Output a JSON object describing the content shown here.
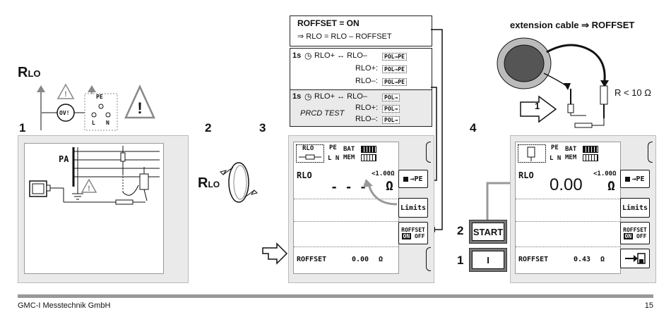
{
  "title": {
    "r": "R",
    "sub": "LO"
  },
  "steps": {
    "s1": "1",
    "s2": "2",
    "s3": "3",
    "s4": "4"
  },
  "step2_symbol": {
    "r": "R",
    "sub": "LO"
  },
  "step1_diagram": {
    "ov_label": "OV!",
    "pe": "PE",
    "l": "L",
    "n": "N",
    "pa": "PA"
  },
  "offset_box": {
    "line1": "ROFFSET = ON",
    "line2": "⇒ RLO = RLO – ROFFSET"
  },
  "legend": {
    "time": "1s",
    "group1": [
      {
        "left": "RLO+ ↔ RLO–",
        "chip": "POL→PE"
      },
      {
        "left": "RLO+:",
        "chip": "POL→PE"
      },
      {
        "left": "RLO–:",
        "chip": "POL→PE"
      }
    ],
    "group2": [
      {
        "left": "RLO+ ↔ RLO–",
        "chip": "POL→"
      },
      {
        "left": "RLO+:",
        "chip": "POL→"
      },
      {
        "left": "RLO–:",
        "chip": "POL→"
      }
    ],
    "prcd": "PRCD TEST"
  },
  "screen3": {
    "hdr_rlo": "RLO",
    "hdr_pe": "PE",
    "hdr_ln": "L N",
    "bat": "BAT",
    "mem": "MEM",
    "label": "RLO",
    "value": "- - -",
    "limit": "<1.00Ω",
    "unit": "Ω",
    "btn_pe": "→PE",
    "btn_limits": "Limits",
    "btn_roffset": "ROFFSET",
    "btn_on": "ON",
    "btn_off": "OFF",
    "roffset_label": "ROFFSET",
    "roffset_value": "0.00",
    "roffset_unit": "Ω"
  },
  "screen4": {
    "hdr_pe": "PE",
    "hdr_ln": "L N",
    "bat": "BAT",
    "mem": "MEM",
    "label": "RLO",
    "value": "0.00",
    "limit": "<1.00Ω",
    "unit": "Ω",
    "btn_pe": "→PE",
    "btn_limits": "Limits",
    "btn_roffset": "ROFFSET",
    "btn_on": "ON",
    "btn_off": "OFF",
    "roffset_label": "ROFFSET",
    "roffset_value": "0.43",
    "roffset_unit": "Ω"
  },
  "controls": {
    "start_num": "2",
    "start_label": "START",
    "i_num": "1",
    "i_label": "I"
  },
  "extension": {
    "label": "extension cable ⇒ ROFFSET",
    "resistance": "R < 10 Ω",
    "arrow_num": "1"
  },
  "footer": {
    "company": "GMC-I Messtechnik GmbH",
    "page": "15"
  },
  "colors": {
    "panel": "#eaeaea",
    "rule": "#999999",
    "arrow_gray": "#999999"
  }
}
